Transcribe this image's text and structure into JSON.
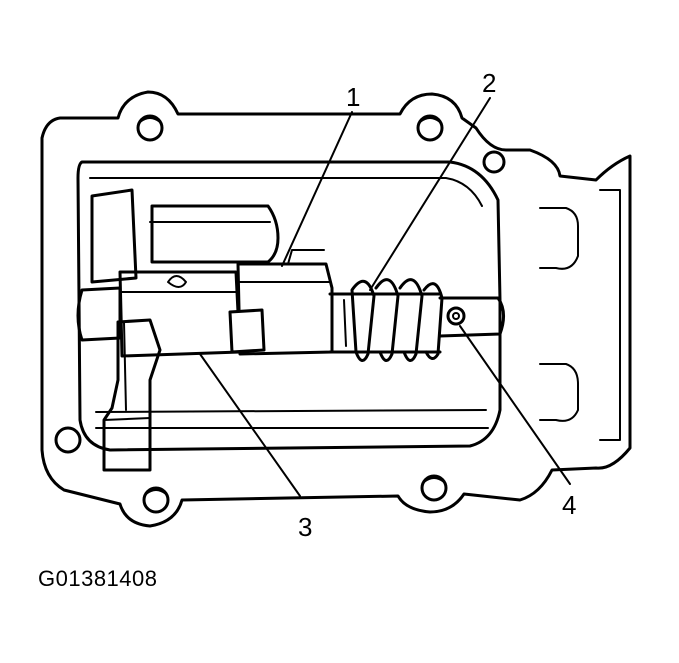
{
  "callouts": [
    {
      "id": "1",
      "label": "1"
    },
    {
      "id": "2",
      "label": "2"
    },
    {
      "id": "3",
      "label": "3"
    },
    {
      "id": "4",
      "label": "4"
    }
  ],
  "figure_id": "G01381408"
}
